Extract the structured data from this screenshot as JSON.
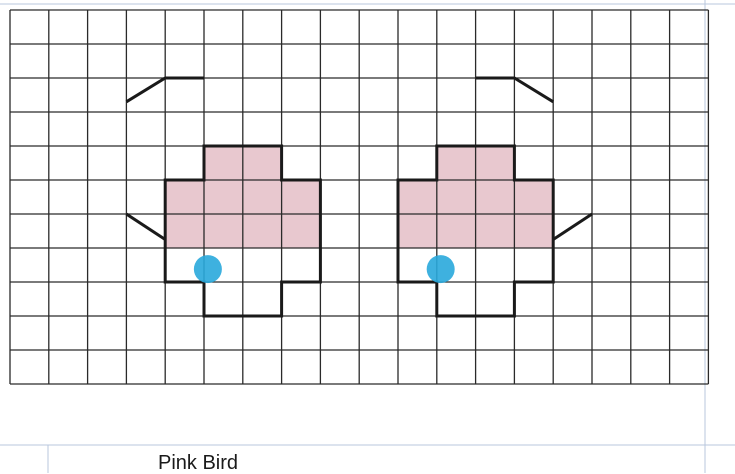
{
  "title": "Pink Bird",
  "grid": {
    "columns": 18,
    "rows": 11
  },
  "colors": {
    "paper": "#ffffff",
    "grid_line": "#2a2a2a",
    "faint_line": "#b9c7dd",
    "outline": "#1a1a1a",
    "pink_fill": "#e8c8cf",
    "eye": "#29a8dc"
  },
  "icons": {
    "eye": "blue-dot-icon"
  }
}
